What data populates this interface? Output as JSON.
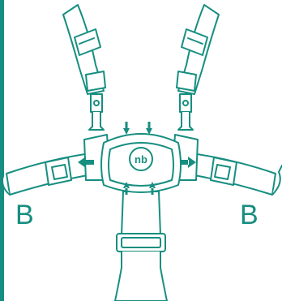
{
  "illustration": {
    "label_left": "B",
    "label_right": "B",
    "buckle_logo": "nb",
    "icons": [
      "arrow-down-icon",
      "arrow-up-icon",
      "arrow-left-icon",
      "arrow-right-icon"
    ]
  },
  "colors": {
    "stroke": "#168e80",
    "fill": "#ffffff",
    "rule": "#168e80"
  }
}
